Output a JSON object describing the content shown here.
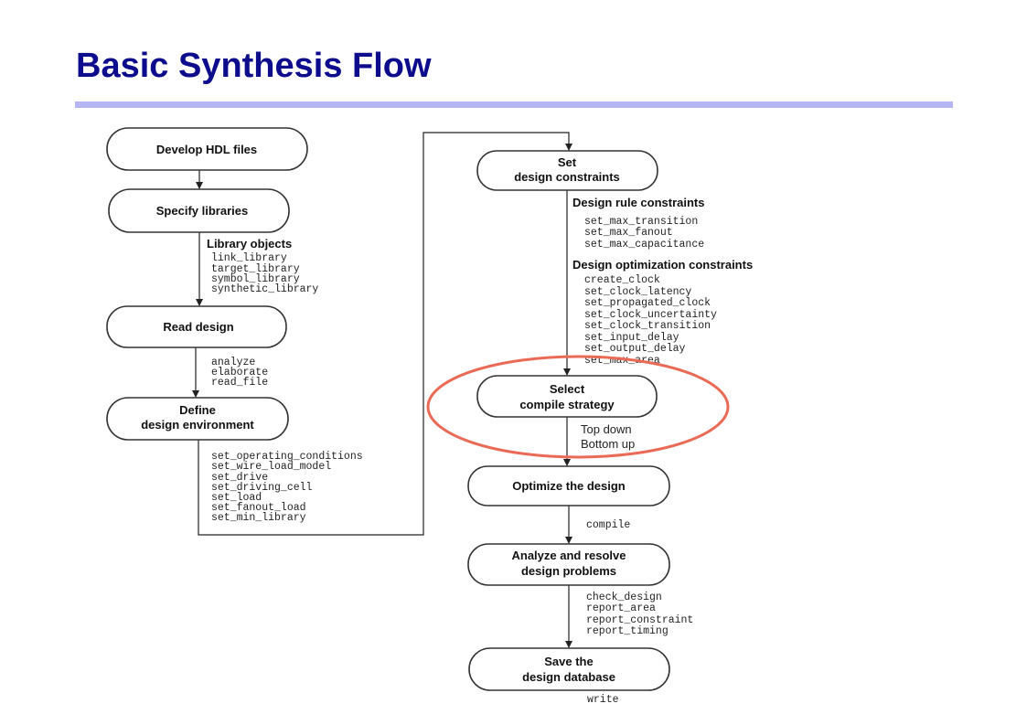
{
  "title": "Basic Synthesis Flow",
  "colors": {
    "title": "#0c0c8c",
    "rule": "#b5b5f3",
    "highlight": "#ea6a55"
  },
  "left_column": {
    "develop": {
      "label": "Develop HDL files"
    },
    "libraries": {
      "label": "Specify libraries"
    },
    "library_objects": {
      "heading": "Library objects",
      "commands": [
        "link_library",
        "target_library",
        "symbol_library",
        "synthetic_library"
      ]
    },
    "read": {
      "label": "Read design"
    },
    "read_commands": [
      "analyze",
      "elaborate",
      "read_file"
    ],
    "define": {
      "line1": "Define",
      "line2": "design environment"
    },
    "env_commands": [
      "set_operating_conditions",
      "set_wire_load_model",
      "set_drive",
      "set_driving_cell",
      "set_load",
      "set_fanout_load",
      "set_min_library"
    ]
  },
  "right_column": {
    "constraints": {
      "line1": "Set",
      "line2": "design constraints"
    },
    "rule_constraints": {
      "heading": "Design rule constraints",
      "commands": [
        "set_max_transition",
        "set_max_fanout",
        "set_max_capacitance"
      ]
    },
    "opt_constraints": {
      "heading": "Design optimization constraints",
      "commands": [
        "create_clock",
        "set_clock_latency",
        "set_propagated_clock",
        "set_clock_uncertainty",
        "set_clock_transition",
        "set_input_delay",
        "set_output_delay",
        "set_max_area"
      ]
    },
    "strategy": {
      "line1": "Select",
      "line2": "compile strategy"
    },
    "strategy_options": [
      "Top down",
      "Bottom up"
    ],
    "optimize": {
      "label": "Optimize the design"
    },
    "optimize_command": "compile",
    "analyze": {
      "line1": "Analyze and resolve",
      "line2": "design problems"
    },
    "analyze_commands": [
      "check_design",
      "report_area",
      "report_constraint",
      "report_timing"
    ],
    "save": {
      "line1": "Save the",
      "line2": "design database"
    },
    "save_command": "write"
  }
}
